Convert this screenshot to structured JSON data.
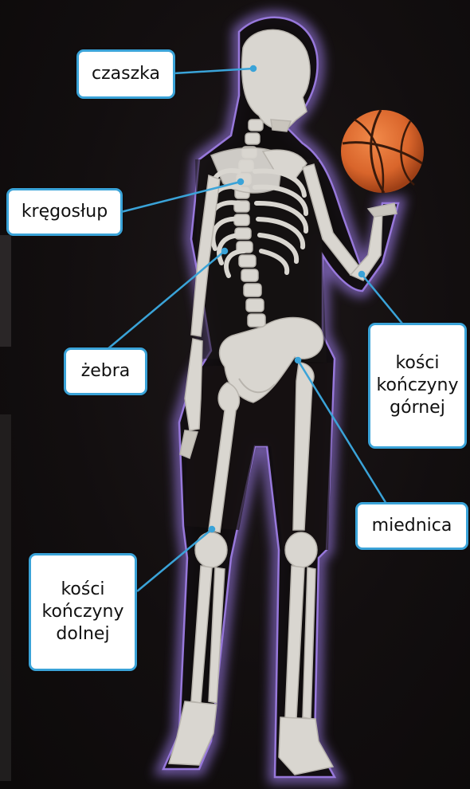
{
  "labels": {
    "skull": "czaszka",
    "spine": "kręgosłup",
    "ribs": "żebra",
    "upper_limb": [
      "kości",
      "kończyny",
      "górnej"
    ],
    "pelvis": "miednica",
    "lower_limb": [
      "kości",
      "kończyny",
      "dolnej"
    ]
  },
  "colors": {
    "background": "#120e0f",
    "label_border": "#3aa3d8",
    "leader_line": "#3aa3d8",
    "bone": "#d9d6d0",
    "body_outline": "#8d6fd1",
    "ball": "#d9652b"
  }
}
